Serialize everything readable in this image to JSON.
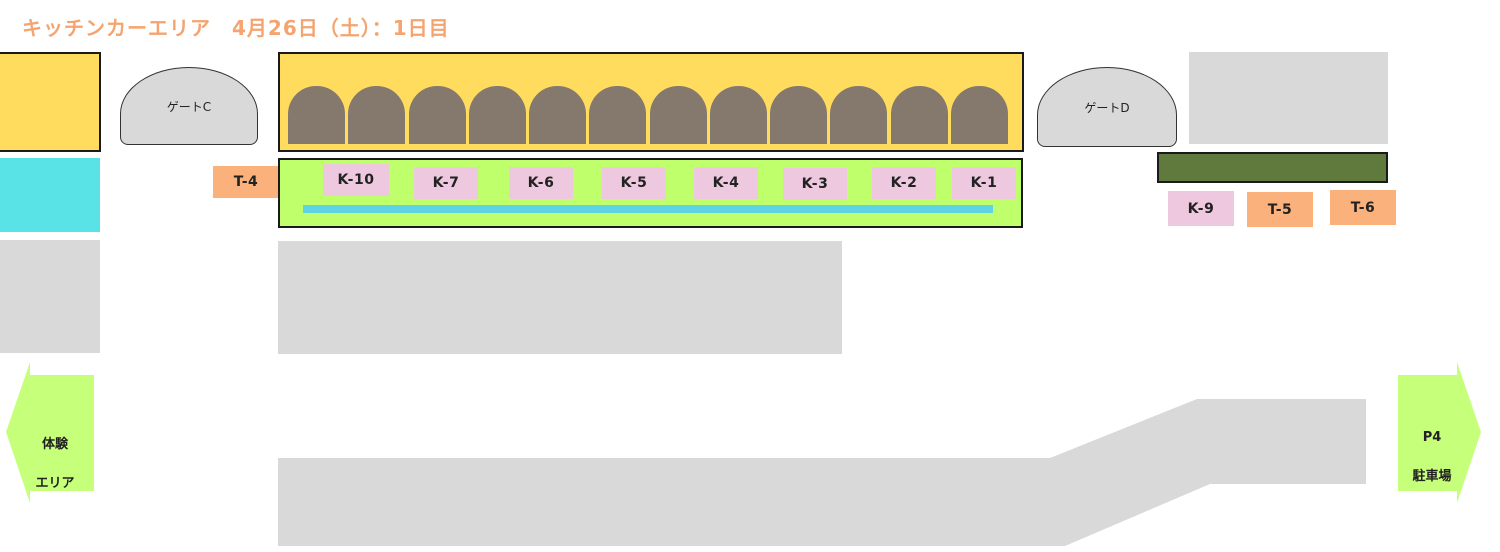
{
  "title": "キッチンカーエリア　4月26日（土）：1日目",
  "gates": {
    "gate_c": "ゲートC",
    "gate_d": "ゲートD"
  },
  "stalls_main": [
    "K-10",
    "K-7",
    "K-6",
    "K-5",
    "K-4",
    "K-3",
    "K-2",
    "K-1"
  ],
  "stall_t4": "T-4",
  "stalls_right": {
    "k9": "K-9",
    "t5": "T-5",
    "t6": "T-6"
  },
  "arrows": {
    "left_line1": "体験",
    "left_line2": "エリア",
    "right_line1": "P4",
    "right_line2": "駐車場"
  },
  "colors": {
    "title": "#f5a46f",
    "yellow": "#ffdc5e",
    "cyan": "#5ae3e6",
    "gray": "#d9d9d9",
    "green": "#bfff6b",
    "dark_green": "#5f7a3c",
    "arch": "#85796e",
    "pink_stall": "#eec8de",
    "orange_stall": "#fbb17b",
    "arrow_green": "#c6ff7a"
  },
  "arch_count": 12
}
